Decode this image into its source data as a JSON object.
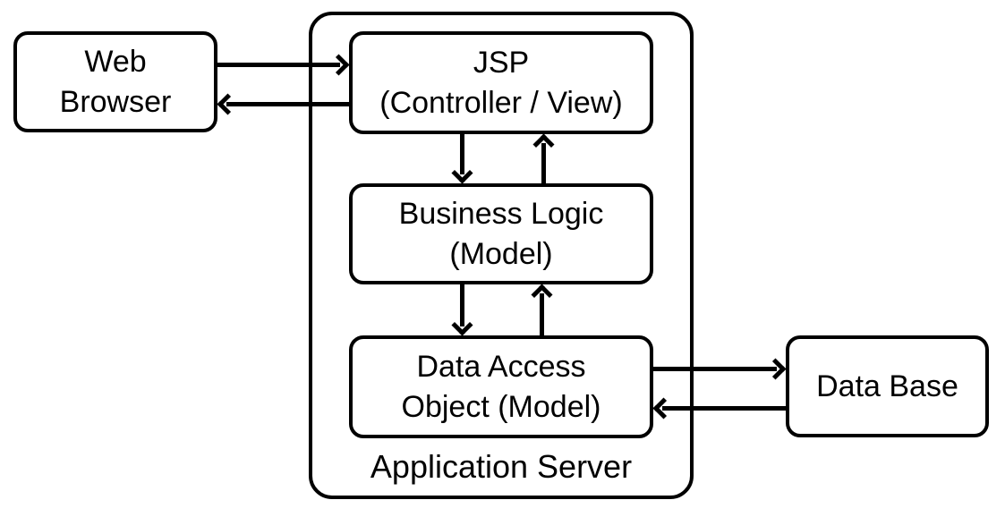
{
  "colors": {
    "background": "#ffffff",
    "stroke": "#000000",
    "box_fill": "#ffffff"
  },
  "nodes": {
    "web_browser": {
      "lines": [
        "Web",
        "Browser"
      ]
    },
    "jsp": {
      "lines": [
        "JSP",
        "(Controller / View)"
      ]
    },
    "business_logic": {
      "lines": [
        "Business Logic",
        "(Model)"
      ]
    },
    "data_access_object": {
      "lines": [
        "Data Access",
        "Object (Model)"
      ]
    },
    "database": {
      "lines": [
        "Data Base"
      ]
    },
    "application_server": {
      "label": "Application Server"
    }
  },
  "connections": [
    {
      "from": "web_browser",
      "to": "jsp",
      "direction": "right"
    },
    {
      "from": "jsp",
      "to": "web_browser",
      "direction": "left"
    },
    {
      "from": "jsp",
      "to": "business_logic",
      "direction": "down"
    },
    {
      "from": "business_logic",
      "to": "jsp",
      "direction": "up"
    },
    {
      "from": "business_logic",
      "to": "data_access_object",
      "direction": "down"
    },
    {
      "from": "data_access_object",
      "to": "business_logic",
      "direction": "up"
    },
    {
      "from": "data_access_object",
      "to": "database",
      "direction": "right"
    },
    {
      "from": "database",
      "to": "data_access_object",
      "direction": "left"
    }
  ]
}
